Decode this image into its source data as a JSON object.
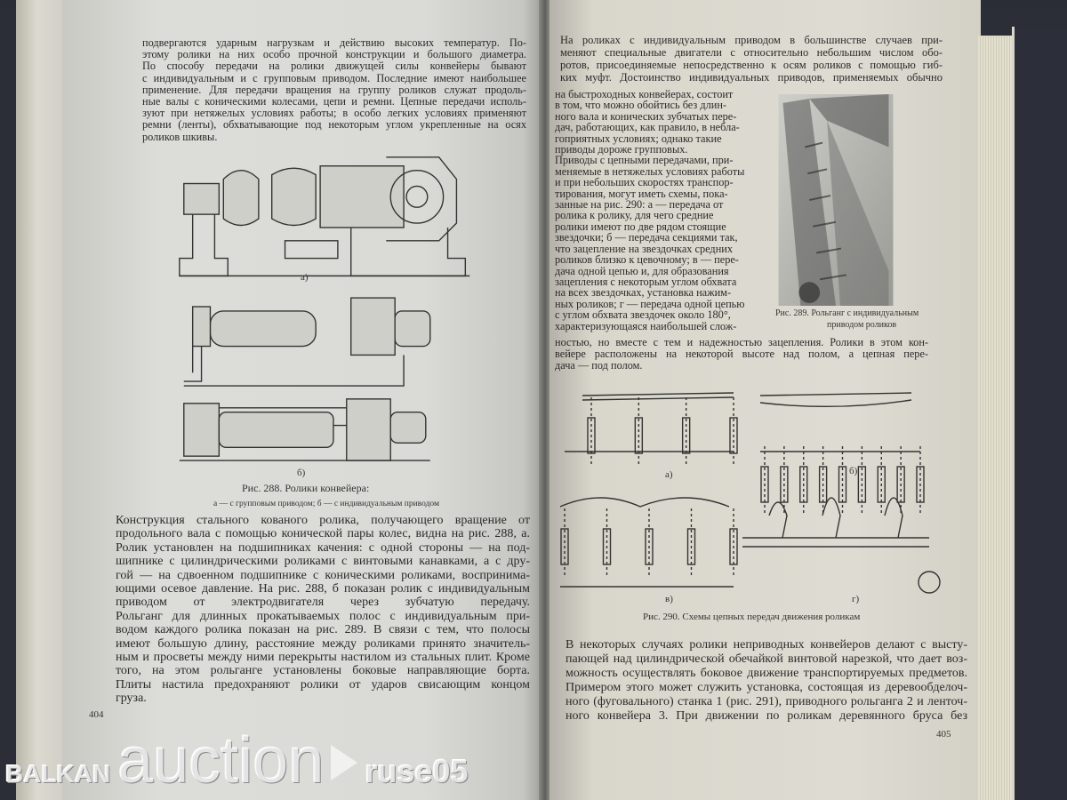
{
  "left_page": {
    "top_text": [
      "подвергаются ударным нагрузкам и действию высоких температур. По-",
      "этому ролики на них особо прочной конструкции и большого диаметра.",
      "По способу передачи на ролики движущей силы конвейеры бывают",
      "с индивидуальным и с групповым приводом. Последние имеют наибольшее",
      "применение. Для передачи вращения на группу роликов служат продоль-",
      "ные валы с коническими колесами, цепи и ремни. Цепные передачи исполь-",
      "зуют при нетяжелых условиях работы; в особо легких условиях применяют",
      "ремни (ленты), обхватывающие под некоторым углом укрепленные на осях",
      "роликов шкивы."
    ],
    "figure_288": {
      "label_a": "а)",
      "label_b": "б)",
      "caption": "Рис. 288. Ролики конвейера:",
      "subcaption": "а — с групповым приводом; б — с индивидуальным приводом"
    },
    "bottom_text": [
      "Конструкция стального кованого ролика, получающего вращение от",
      "продольного вала с помощью конической пары колес, видна на рис. 288, а.",
      "Ролик установлен на подшипниках качения: с одной стороны — на под-",
      "шипнике с цилиндрическими роликами с винтовыми канавками, а с дру-",
      "гой — на сдвоенном подшипнике с коническими роликами, воспринима-",
      "ющими осевое давление. На рис. 288, б показан ролик с индивидуальным",
      "приводом от электродвигателя через зубчатую передачу.",
      "Рольганг для длинных прокатываемых полос с индивидуальным при-",
      "водом каждого ролика показан на рис. 289. В связи с тем, что полосы",
      "имеют большую длину, расстояние между роликами принято значитель-",
      "ным и просветы между ними перекрыты настилом из стальных плит. Кроме",
      "того, на этом рольганге установлены боковые направляющие борта.",
      "Плиты настила предохраняют ролики от ударов свисающим концом",
      "груза."
    ],
    "page_number": "404"
  },
  "right_page": {
    "top_text_wide": [
      "На роликах с индивидуальным приводом в большинстве случаев при-",
      "меняют специальные двигатели с относительно небольшим числом обо-",
      "ротов, присоединяемые непосредственно к осям роликов с помощью гиб-",
      "ких муфт. Достоинство индивидуальных приводов, применяемых обычно"
    ],
    "column_text": [
      "на быстроходных конвейерах, состоит",
      "в том, что можно обойтись без длин-",
      "ного вала и конических зубчатых пере-",
      "дач, работающих, как правило, в небла-",
      "гоприятных условиях; однако такие",
      "приводы дороже групповых.",
      "Приводы с цепными передачами, при-",
      "меняемые в нетяжелых условиях работы",
      "и при небольших скоростях транспор-",
      "тирования, могут иметь схемы, пока-",
      "занные на рис. 290: а — передача от",
      "ролика к ролику, для чего средние",
      "ролики имеют по две рядом стоящие",
      "звездочки; б — передача секциями так,",
      "что зацепление на звездочках средних",
      "роликов близко к цевочному; в — пере-",
      "дача одной цепью и, для образования",
      "зацепления с некоторым углом обхвата",
      "на всех звездочках, установка нажим-",
      "ных роликов; г — передача одной цепью",
      "с углом обхвата звездочек около 180°,",
      "характеризующаяся наибольшей слож-"
    ],
    "continuation_text": [
      "ностью, но вместе с тем и надежностью зацепления. Ролики в этом кон-",
      "вейере расположены на некоторой высоте над полом, а цепная пере-",
      "дача — под полом."
    ],
    "figure_289": {
      "caption": "Рис. 289. Рольганг с индивидуальным",
      "caption_line2": "приводом роликов"
    },
    "figure_290": {
      "label_a": "а)",
      "label_b": "б)",
      "label_v": "в)",
      "label_g": "г)",
      "caption": "Рис. 290. Схемы цепных передач движения роликам"
    },
    "bottom_text": [
      "В некоторых случаях ролики неприводных конвейеров делают с высту-",
      "пающей над цилиндрической обечайкой винтовой нарезкой, что дает воз-",
      "можность осуществлять боковое движение транспортируемых предметов.",
      "Примером этого может служить установка, состоящая из деревообделоч-",
      "ного (фуговального) станка 1 (рис. 291), приводного рольганга 2 и ленточ-",
      "ного конвейера 3. При движении по роликам деревянного бруса без"
    ],
    "page_number": "405"
  },
  "watermark": {
    "line1": "BALKAN",
    "line2": "auction",
    "line3": "ruse05"
  }
}
